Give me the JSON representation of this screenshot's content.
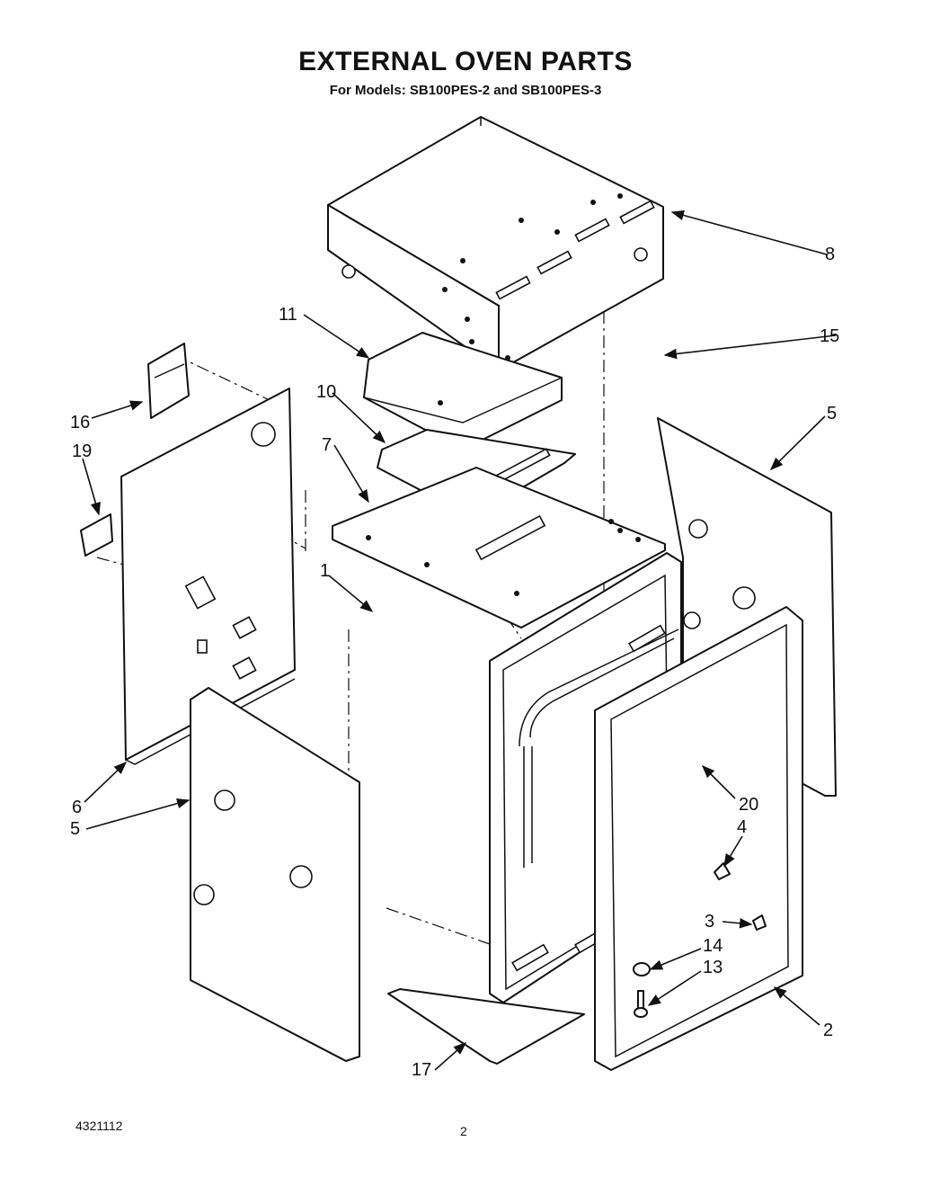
{
  "header": {
    "title": "EXTERNAL OVEN PARTS",
    "subtitle": "For Models: SB100PES-2 and SB100PES-3"
  },
  "footer": {
    "document_number": "4321112",
    "page_number": "2"
  },
  "callouts": [
    {
      "id": "c8",
      "label": "8"
    },
    {
      "id": "c11",
      "label": "11"
    },
    {
      "id": "c15",
      "label": "15"
    },
    {
      "id": "c10",
      "label": "10"
    },
    {
      "id": "c5a",
      "label": "5"
    },
    {
      "id": "c16",
      "label": "16"
    },
    {
      "id": "c7",
      "label": "7"
    },
    {
      "id": "c19",
      "label": "19"
    },
    {
      "id": "c1",
      "label": "1"
    },
    {
      "id": "c6",
      "label": "6"
    },
    {
      "id": "c5b",
      "label": "5"
    },
    {
      "id": "c20",
      "label": "20"
    },
    {
      "id": "c4",
      "label": "4"
    },
    {
      "id": "c3",
      "label": "3"
    },
    {
      "id": "c14",
      "label": "14"
    },
    {
      "id": "c13",
      "label": "13"
    },
    {
      "id": "c2",
      "label": "2"
    },
    {
      "id": "c17",
      "label": "17"
    }
  ]
}
